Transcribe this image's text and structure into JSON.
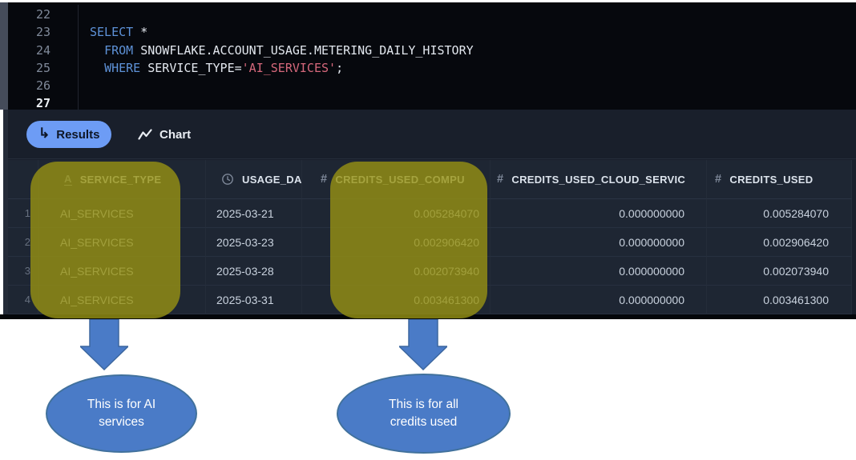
{
  "editor": {
    "lines": [
      {
        "no": "22",
        "active": false,
        "tokens": []
      },
      {
        "no": "23",
        "active": false,
        "tokens": [
          {
            "t": "SELECT",
            "c": "kw"
          },
          {
            "t": " *",
            "c": "pl"
          }
        ]
      },
      {
        "no": "24",
        "active": false,
        "tokens": [
          {
            "t": "  ",
            "c": "pl"
          },
          {
            "t": "FROM",
            "c": "kw"
          },
          {
            "t": " SNOWFLAKE.ACCOUNT_USAGE.METERING_DAILY_HISTORY",
            "c": "pl"
          }
        ]
      },
      {
        "no": "25",
        "active": false,
        "tokens": [
          {
            "t": "  ",
            "c": "pl"
          },
          {
            "t": "WHERE",
            "c": "kw"
          },
          {
            "t": " SERVICE_TYPE=",
            "c": "pl"
          },
          {
            "t": "'AI_SERVICES'",
            "c": "str"
          },
          {
            "t": ";",
            "c": "pl"
          }
        ]
      },
      {
        "no": "26",
        "active": false,
        "tokens": []
      },
      {
        "no": "27",
        "active": true,
        "tokens": []
      }
    ]
  },
  "tabs": {
    "results": {
      "label": "Results",
      "icon": "return-arrow-icon"
    },
    "chart": {
      "label": "Chart",
      "icon": "line-chart-icon"
    }
  },
  "results_table": {
    "columns": [
      {
        "key": "rownum",
        "label": "",
        "icon": "none",
        "align": "right"
      },
      {
        "key": "service_type",
        "label": "SERVICE_TYPE",
        "icon": "text",
        "align": "left",
        "pad": "27px"
      },
      {
        "key": "usage_date",
        "label": "USAGE_DA",
        "icon": "clock",
        "align": "left",
        "pad": "13px"
      },
      {
        "key": "credits_used_compute",
        "label": "CREDITS_USED_COMPU",
        "icon": "number",
        "align": "right",
        "pad": "13px"
      },
      {
        "key": "credits_used_cloud_services",
        "label": "CREDITS_USED_CLOUD_SERVIC",
        "icon": "number",
        "align": "right",
        "pad": "27px"
      },
      {
        "key": "credits_used",
        "label": "CREDITS_USED",
        "icon": "number",
        "align": "right",
        "pad": "28px"
      }
    ],
    "header_pads": {
      "service_type": "32px",
      "usage_date": "19px",
      "credits_used_compute": "23px",
      "credits_used_cloud_services": "8px",
      "credits_used": "10px"
    },
    "rows": [
      {
        "rownum": "1",
        "service_type": "AI_SERVICES",
        "usage_date": "2025-03-21",
        "credits_used_compute": "0.005284070",
        "credits_used_cloud_services": "0.000000000",
        "credits_used": "0.005284070"
      },
      {
        "rownum": "2",
        "service_type": "AI_SERVICES",
        "usage_date": "2025-03-23",
        "credits_used_compute": "0.002906420",
        "credits_used_cloud_services": "0.000000000",
        "credits_used": "0.002906420"
      },
      {
        "rownum": "3",
        "service_type": "AI_SERVICES",
        "usage_date": "2025-03-28",
        "credits_used_compute": "0.002073940",
        "credits_used_cloud_services": "0.000000000",
        "credits_used": "0.002073940"
      },
      {
        "rownum": "4",
        "service_type": "AI_SERVICES",
        "usage_date": "2025-03-31",
        "credits_used_compute": "0.003461300",
        "credits_used_cloud_services": "0.000000000",
        "credits_used": "0.003461300"
      }
    ]
  },
  "annotations": {
    "callouts": [
      {
        "text": "This is for AI services"
      },
      {
        "text": "This is for all credits used"
      }
    ]
  },
  "colors": {
    "accent_blue": "#6d9cf5",
    "highlight_olive": "#979213",
    "callout_blue": "#4a7bc7",
    "callout_border": "#41719c",
    "keyword_blue": "#5e92d8",
    "string_red": "#d5687b",
    "editor_bg": "#06080d",
    "panel_bg": "#191f2b",
    "table_bg": "#1e2633"
  }
}
